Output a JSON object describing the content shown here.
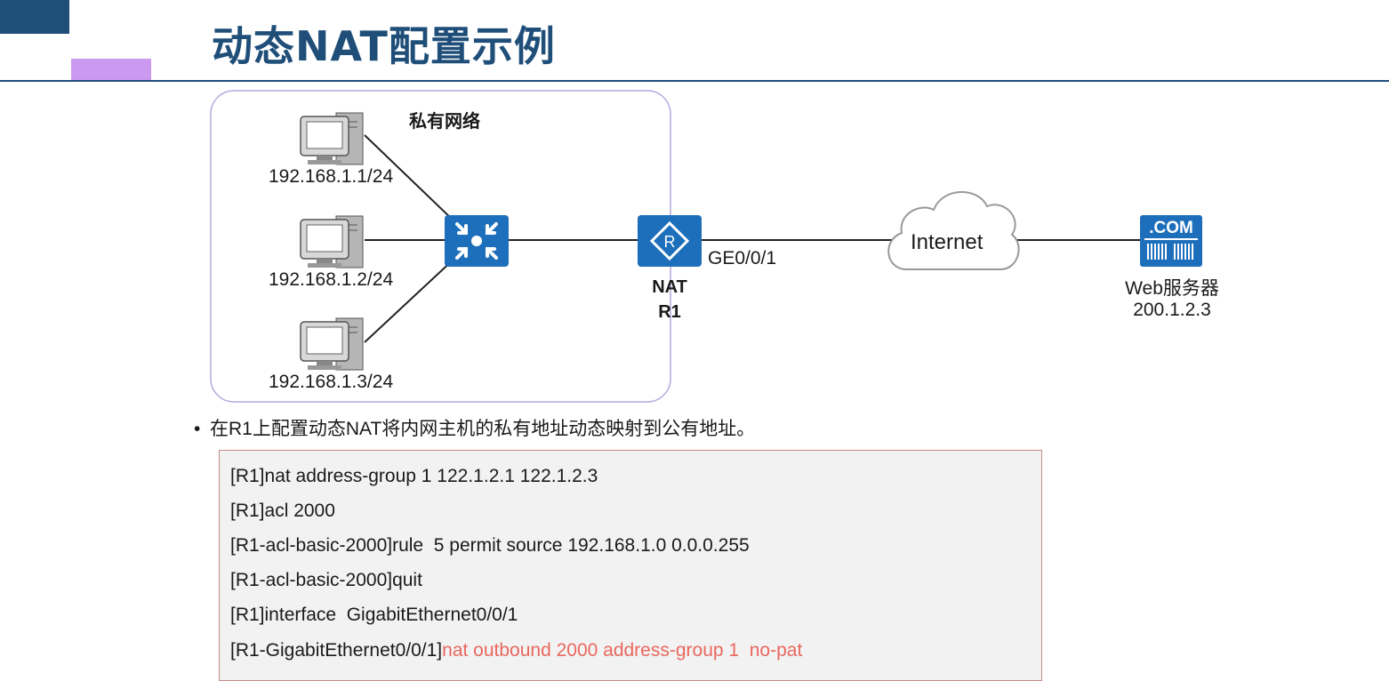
{
  "slide": {
    "title": "动态NAT配置示例"
  },
  "diagram": {
    "private_network_label": "私有网络",
    "hosts": [
      {
        "ip": "192.168.1.1/24"
      },
      {
        "ip": "192.168.1.2/24"
      },
      {
        "ip": "192.168.1.3/24"
      }
    ],
    "router": {
      "role_label": "NAT",
      "name_label": "R1",
      "symbol": "R",
      "interface_label": "GE0/0/1"
    },
    "internet_label": "Internet",
    "server": {
      "badge": ".COM",
      "name_label": "Web服务器",
      "ip": "200.1.2.3"
    },
    "colors": {
      "device_blue": "#1e6fbb",
      "boundary": "#b7a7dd",
      "link": "#222222"
    }
  },
  "bullet": {
    "symbol": "•",
    "text": "在R1上配置动态NAT将内网主机的私有地址动态映射到公有地址。"
  },
  "commands": [
    {
      "prompt": "[R1]nat address-group 1 122.1.2.1 122.1.2.3",
      "highlight": ""
    },
    {
      "prompt": "[R1]acl 2000",
      "highlight": ""
    },
    {
      "prompt": "[R1-acl-basic-2000]rule  5 permit source 192.168.1.0 0.0.0.255",
      "highlight": ""
    },
    {
      "prompt": "[R1-acl-basic-2000]quit",
      "highlight": ""
    },
    {
      "prompt": "[R1]interface  GigabitEthernet0/0/1",
      "highlight": ""
    },
    {
      "prompt": "[R1-GigabitEthernet0/0/1]",
      "highlight": "nat outbound 2000 address-group 1  no-pat"
    }
  ],
  "command_colors": {
    "highlight": "#e8685f",
    "box_border": "#c28a8a",
    "box_bg": "#f3f2f2"
  }
}
